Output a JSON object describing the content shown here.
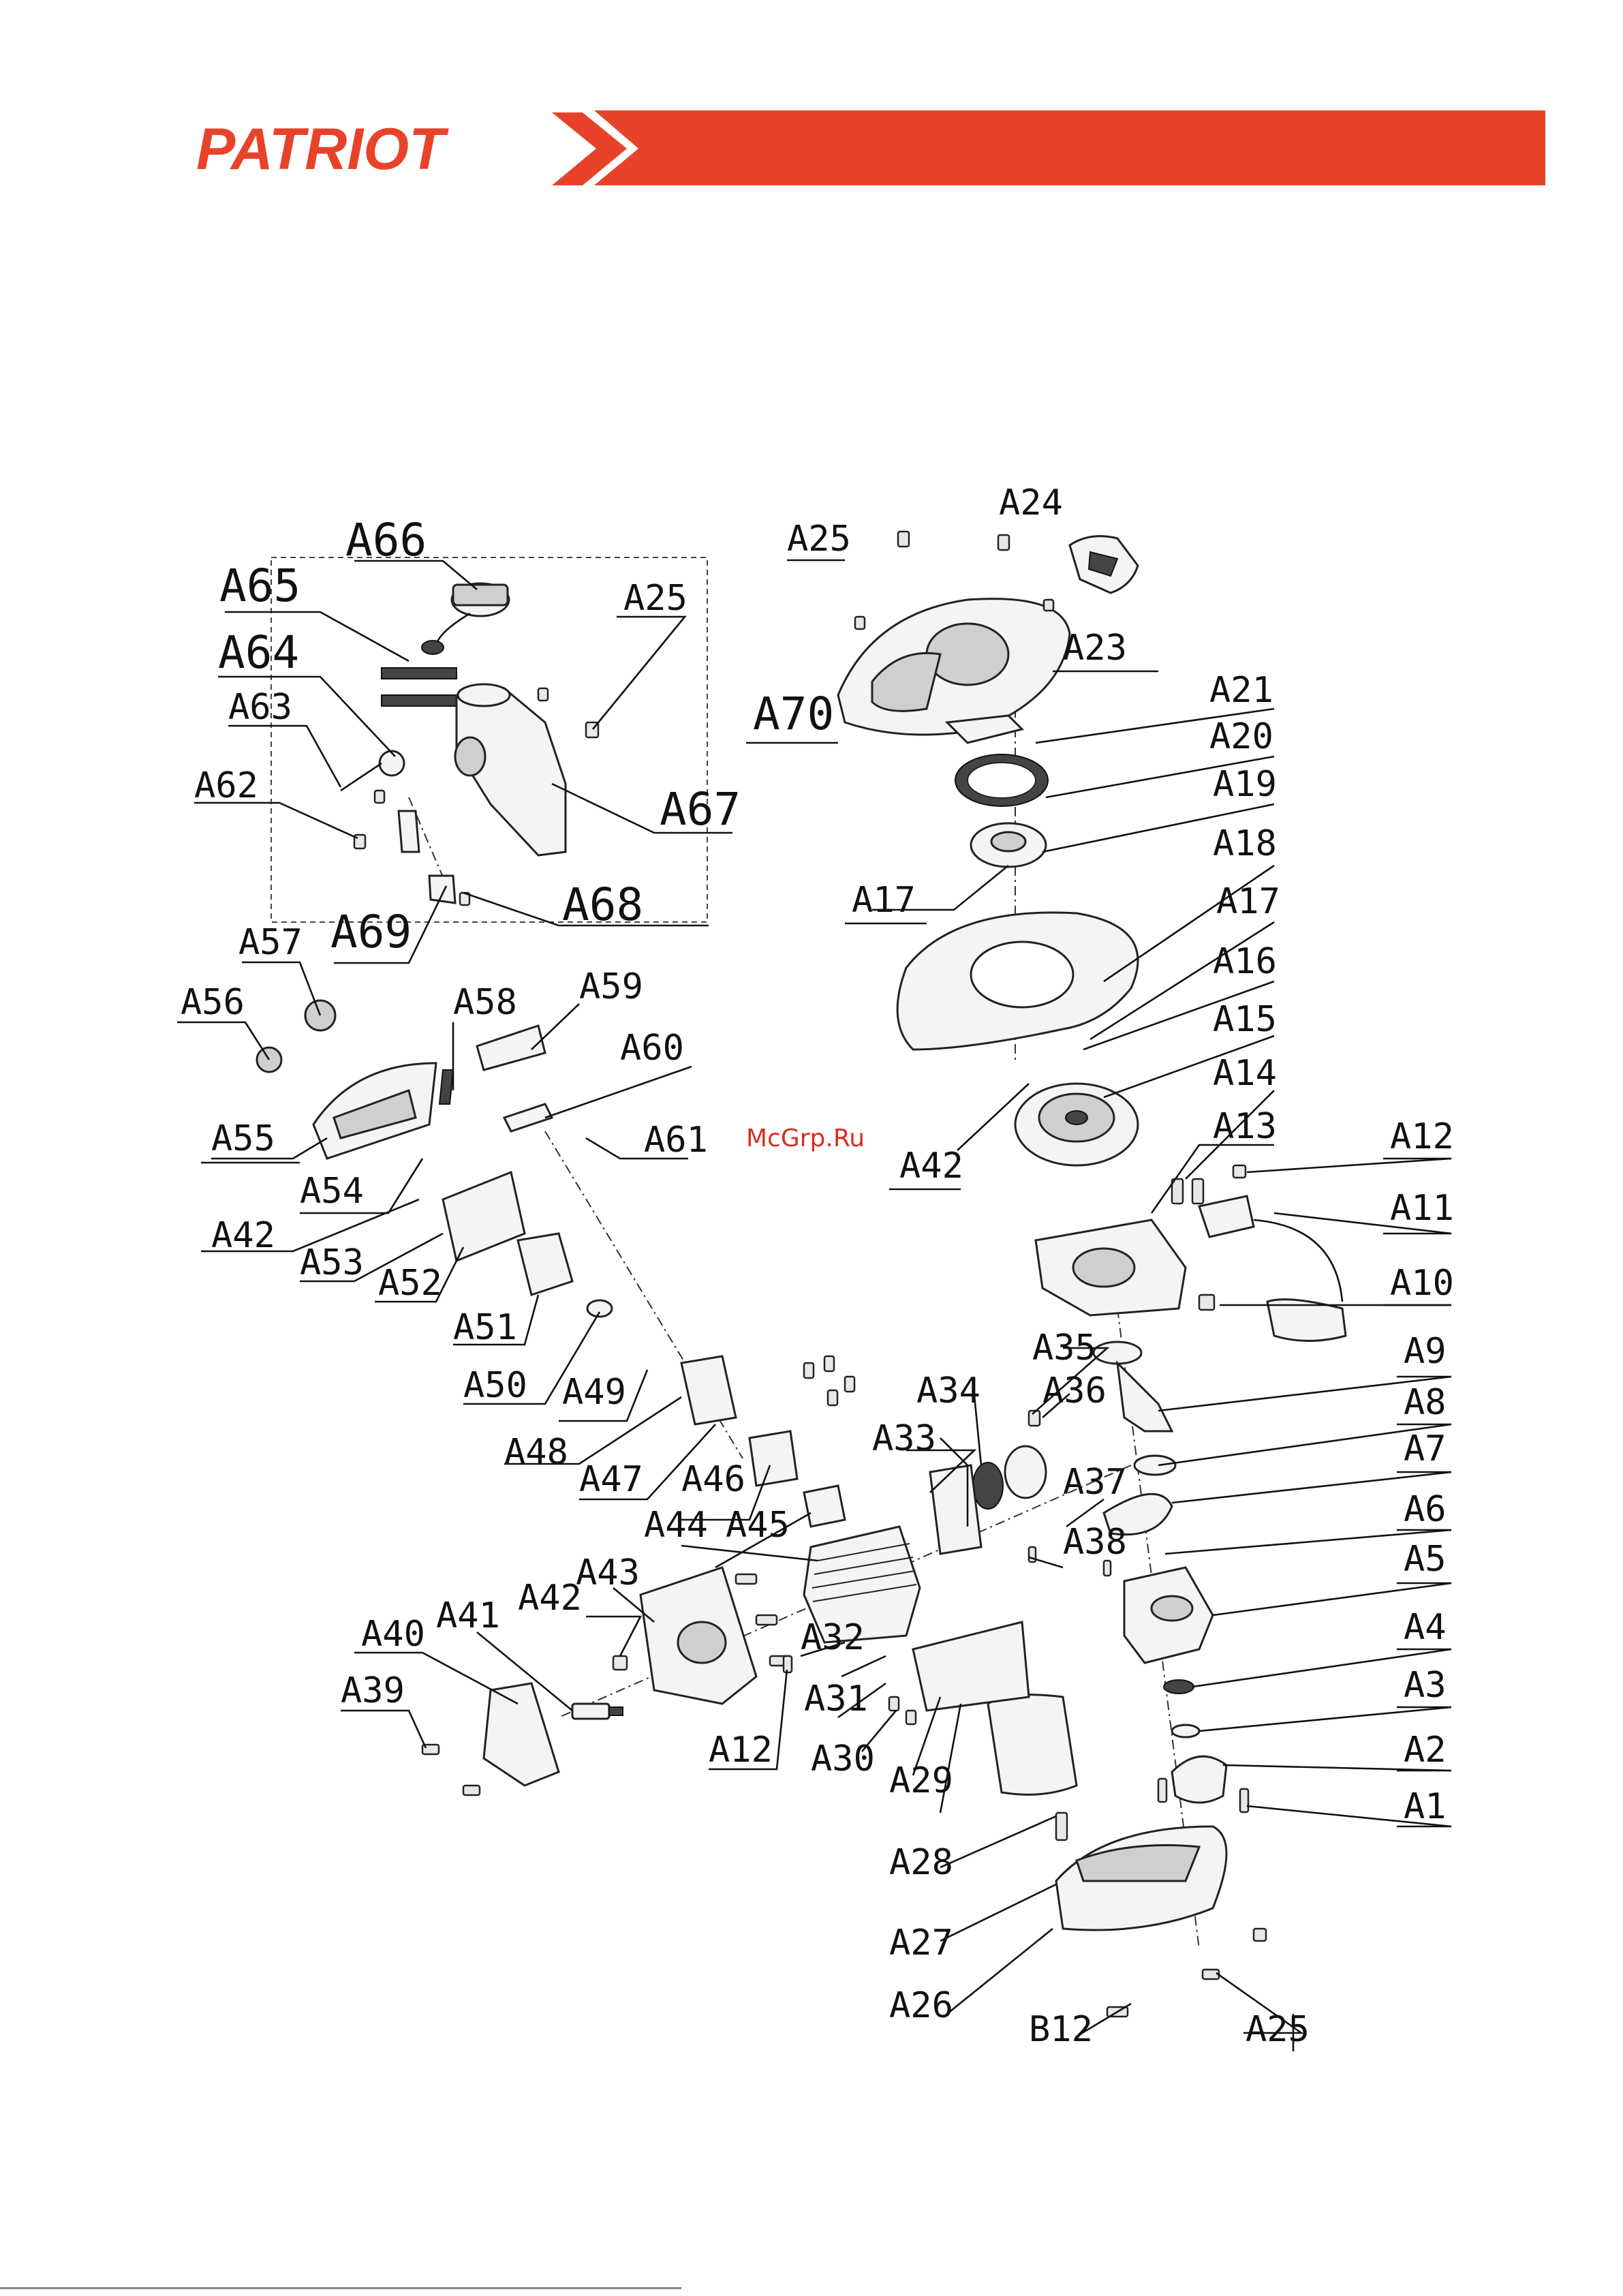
{
  "brand": {
    "name": "PATRIOT",
    "accent_color": "#e8432a"
  },
  "watermark": "McGrp.Ru",
  "callouts": {
    "A1": "A1",
    "A2": "A2",
    "A3": "A3",
    "A4": "A4",
    "A5": "A5",
    "A6": "A6",
    "A7": "A7",
    "A8": "A8",
    "A9": "A9",
    "A10": "A10",
    "A11": "A11",
    "A12": "A12",
    "A13": "A13",
    "A14": "A14",
    "A15": "A15",
    "A16": "A16",
    "A17": "A17",
    "A18": "A18",
    "A19": "A19",
    "A20": "A20",
    "A21": "A21",
    "A23": "A23",
    "A24": "A24",
    "A25": "A25",
    "A26": "A26",
    "A27": "A27",
    "A28": "A28",
    "A29": "A29",
    "A30": "A30",
    "A31": "A31",
    "A32": "A32",
    "A33": "A33",
    "A34": "A34",
    "A35": "A35",
    "A36": "A36",
    "A37": "A37",
    "A38": "A38",
    "A39": "A39",
    "A40": "A40",
    "A41": "A41",
    "A42": "A42",
    "A43": "A43",
    "A44": "A44",
    "A45": "A45",
    "A46": "A46",
    "A47": "A47",
    "A48": "A48",
    "A49": "A49",
    "A50": "A50",
    "A51": "A51",
    "A52": "A52",
    "A53": "A53",
    "A54": "A54",
    "A55": "A55",
    "A56": "A56",
    "A57": "A57",
    "A58": "A58",
    "A59": "A59",
    "A60": "A60",
    "A61": "A61",
    "A62": "A62",
    "A63": "A63",
    "A64": "A64",
    "A65": "A65",
    "A66": "A66",
    "A67": "A67",
    "A68": "A68",
    "A69": "A69",
    "A70": "A70",
    "B12": "B12"
  }
}
